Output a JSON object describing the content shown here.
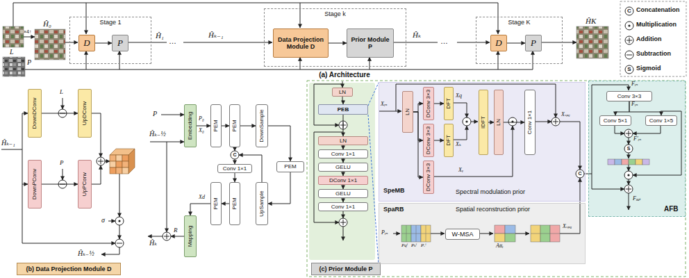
{
  "diagram": {
    "nodes": [
      {
        "text": [
          "Stage 1"
        ]
      },
      {
        "text": [
          "D"
        ],
        "in": 0
      },
      {
        "text": [
          "P"
        ],
        "in": 0
      },
      {
        "text": [
          "Stage k"
        ]
      },
      {
        "text": [
          "Data Projection Module D"
        ],
        "in": 3
      },
      {
        "text": [
          "Prior Module P"
        ],
        "in": 3
      },
      {
        "text": [
          "Stage K"
        ]
      },
      {
        "text": [
          "D"
        ],
        "in": 6
      },
      {
        "text": [
          "P"
        ],
        "in": 6
      },
      {
        "text": [
          "DownDConv"
        ]
      },
      {
        "text": [
          "UpDConv"
        ]
      },
      {
        "text": [
          "DownPConv"
        ]
      },
      {
        "text": [
          "UpPConv"
        ]
      },
      {
        "text": [
          "(b) Data Projection Module D"
        ]
      },
      {
        "text": [
          "Embedding"
        ]
      },
      {
        "text": [
          "PEM"
        ]
      },
      {
        "text": [
          "PEM"
        ]
      },
      {
        "text": [
          "DownSample"
        ]
      },
      {
        "text": [
          "PEM"
        ]
      },
      {
        "text": [
          "UpSample"
        ]
      },
      {
        "text": [
          "Conv 1×1"
        ]
      },
      {
        "text": [
          "PEM"
        ]
      },
      {
        "text": [
          "PEM"
        ]
      },
      {
        "text": [
          "Mapping"
        ]
      },
      {
        "text": [
          "(c) Prior Module P"
        ]
      },
      {
        "text": [
          "LN"
        ]
      },
      {
        "text": [
          "PEB"
        ]
      },
      {
        "text": [
          "LN"
        ]
      },
      {
        "text": [
          "Conv 1×1"
        ]
      },
      {
        "text": [
          "GELU"
        ]
      },
      {
        "text": [
          "DConv 1×1"
        ]
      },
      {
        "text": [
          "GELU"
        ]
      },
      {
        "text": [
          "Conv 1×1"
        ]
      },
      {
        "text": [
          "SpeMB",
          "Spectral modulation prior"
        ]
      },
      {
        "text": [
          "LN"
        ],
        "in": 33
      },
      {
        "text": [
          "DConv 3×3"
        ],
        "in": 33
      },
      {
        "text": [
          "DConv 3×3"
        ],
        "in": 33
      },
      {
        "text": [
          "DConv 3×3"
        ],
        "in": 33
      },
      {
        "text": [
          "DFT"
        ],
        "in": 33
      },
      {
        "text": [
          "DFT"
        ],
        "in": 33
      },
      {
        "text": [
          "IDFT"
        ],
        "in": 33
      },
      {
        "text": [
          "LN"
        ],
        "in": 33
      },
      {
        "text": [
          "Conv 1×1"
        ],
        "in": 33
      },
      {
        "text": [
          "SpaRB",
          "Spatial reconstruction prior"
        ]
      },
      {
        "text": [
          "W-MSA"
        ],
        "in": 43
      },
      {
        "text": [
          "AFB"
        ]
      },
      {
        "text": [
          "Conv 3×3"
        ],
        "in": 45
      },
      {
        "text": [
          "Conv 5×1"
        ],
        "in": 45
      },
      {
        "text": [
          "Conv 1×5"
        ],
        "in": 45
      }
    ],
    "edges": [
      {
        "from": 1,
        "to": 2,
        "arrow": "to"
      },
      {
        "from": 4,
        "to": 5,
        "arrow": "to"
      },
      {
        "from": 7,
        "to": 8,
        "arrow": "to"
      },
      {
        "from": 9,
        "to": 10,
        "arrow": "to"
      },
      {
        "from": 11,
        "to": 12,
        "arrow": "to"
      },
      {
        "from": 14,
        "to": 15,
        "arrow": "to"
      },
      {
        "from": 15,
        "to": 16,
        "arrow": "to"
      },
      {
        "from": 16,
        "to": 17,
        "arrow": "to"
      },
      {
        "from": 17,
        "to": 18,
        "arrow": "to"
      },
      {
        "from": 18,
        "to": 19,
        "arrow": "to"
      },
      {
        "from": 20,
        "to": 22,
        "arrow": "to"
      },
      {
        "from": 22,
        "to": 21,
        "arrow": "to"
      },
      {
        "from": 21,
        "to": 23,
        "arrow": "to"
      },
      {
        "from": 25,
        "to": 26,
        "arrow": "to"
      },
      {
        "from": 26,
        "to": 27,
        "arrow": "to"
      },
      {
        "from": 27,
        "to": 28,
        "arrow": "to"
      },
      {
        "from": 28,
        "to": 29,
        "arrow": "to"
      },
      {
        "from": 29,
        "to": 30,
        "arrow": "to"
      },
      {
        "from": 30,
        "to": 31,
        "arrow": "to"
      },
      {
        "from": 31,
        "to": 32,
        "arrow": "to"
      },
      {
        "from": 34,
        "to": 35,
        "arrow": "to"
      },
      {
        "from": 34,
        "to": 36,
        "arrow": "to"
      },
      {
        "from": 34,
        "to": 37,
        "arrow": "to"
      },
      {
        "from": 35,
        "to": 38,
        "arrow": "to"
      },
      {
        "from": 36,
        "to": 39,
        "arrow": "to"
      },
      {
        "from": 40,
        "to": 41,
        "arrow": "to"
      },
      {
        "from": 41,
        "to": 42,
        "arrow": "to"
      },
      {
        "from": 46,
        "to": 47,
        "arrow": "to"
      },
      {
        "from": 46,
        "to": 48,
        "arrow": "to"
      }
    ],
    "labels": [
      "L",
      "×4↑",
      "Ĥ₀",
      "P",
      "Ĥ₁",
      "…",
      "Ĥₖ₋₁",
      "Ĥₖ",
      "…",
      "ĤK",
      "(a) Architecture",
      "C",
      "S",
      "L",
      "P",
      "Ĥₖ₋₁",
      "σ",
      "Ĥₖ₋½",
      "P",
      "Ĥₖ₋½",
      "P₀",
      "X₀",
      "C",
      "Xd",
      "R",
      "Ĥₖ",
      "Xᵢₙ",
      "Xq",
      "Xₖ",
      "Xᵥ",
      "Xₛₚₑ",
      "Pᵢₙ",
      "Pqⁱ",
      "Pₖⁱ",
      "Pᵥⁱ",
      "Attᵢ",
      "Xₛₚₐ",
      "C",
      "Fᵢₙ",
      "Fᵢₙ",
      "F′ᵢₙ",
      "S",
      "Fₒᵤₜ"
    ],
    "legend": [
      {
        "text": "Concatenation"
      },
      {
        "text": "Multiplication"
      },
      {
        "text": "Addition"
      },
      {
        "text": "Subtraction"
      },
      {
        "text": "Sigmoid"
      }
    ]
  }
}
